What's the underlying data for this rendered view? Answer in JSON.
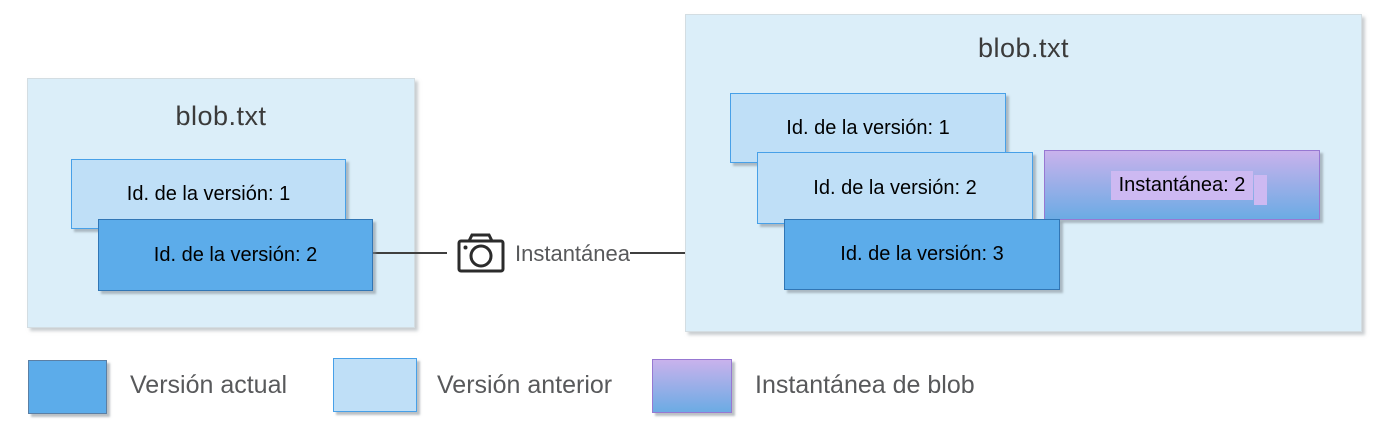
{
  "colors": {
    "container_bg": "#DBEEF9",
    "container_border": "#D3DDE2",
    "previous_fill": "#BFDFF7",
    "previous_border": "#47A0E8",
    "current_fill": "#5CACEA",
    "current_border": "#3176B5",
    "snapshot_top": "#C9B2EC",
    "snapshot_bottom": "#6BABE4",
    "snapshot_border": "#9778D2",
    "snapshot_highlight": "#CDB9F2",
    "arrow": "#3F3F3F",
    "title_text": "#3B3B3B",
    "label_text": "#000000",
    "legend_text": "#58595B"
  },
  "left_panel": {
    "title": "blob.txt",
    "versions": [
      {
        "label": "Id. de la versión: 1",
        "type": "previous"
      },
      {
        "label": "Id. de la versión: 2",
        "type": "current"
      }
    ]
  },
  "connector": {
    "icon": "camera-icon",
    "label": "Instantánea"
  },
  "right_panel": {
    "title": "blob.txt",
    "versions": [
      {
        "label": "Id. de la versión: 1",
        "type": "previous"
      },
      {
        "label": "Id. de la versión: 2",
        "type": "previous"
      },
      {
        "label": "Id. de la versión: 3",
        "type": "current"
      }
    ],
    "snapshot": {
      "label": "Instantánea: 2"
    }
  },
  "legend": [
    {
      "label": "Versión actual",
      "swatch": "current"
    },
    {
      "label": "Versión anterior",
      "swatch": "previous"
    },
    {
      "label": "Instantánea de blob",
      "swatch": "snapshot"
    }
  ]
}
